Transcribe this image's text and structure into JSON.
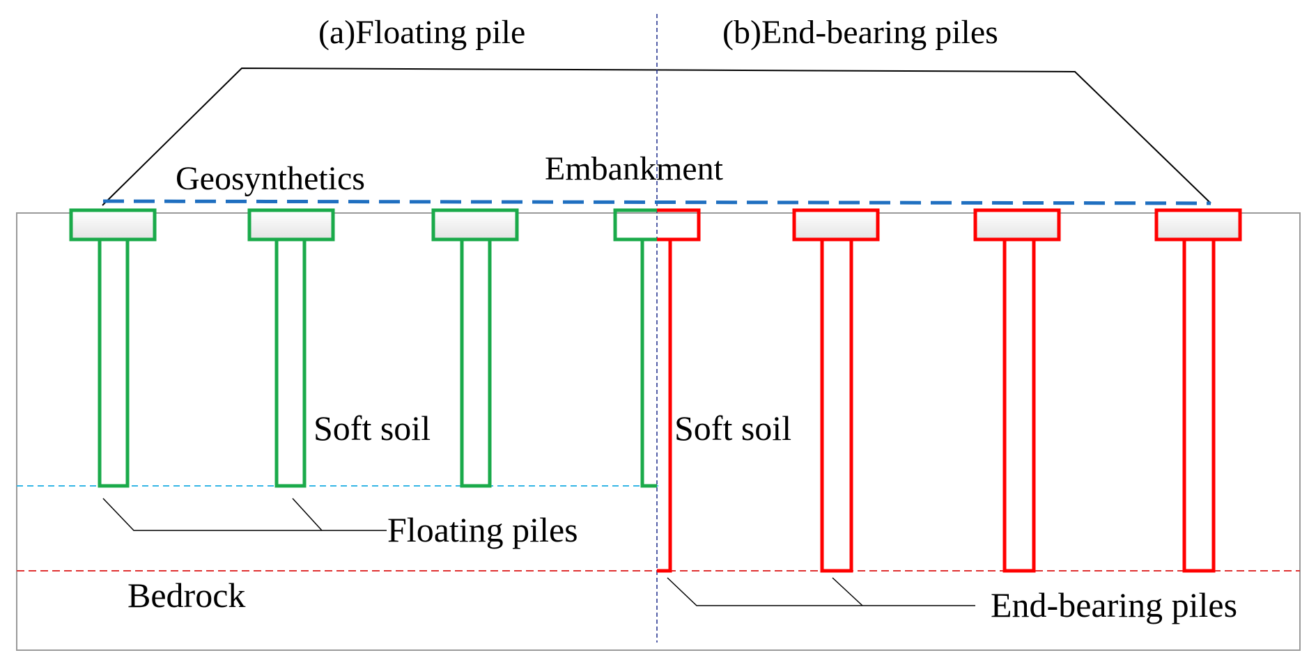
{
  "labels": {
    "title_left": "(a)Floating pile",
    "title_right": "(b)End-bearing piles",
    "embankment": "Embankment",
    "geosynthetics": "Geosynthetics",
    "soft_soil_left": "Soft soil",
    "soft_soil_right": "Soft soil",
    "floating_piles": "Floating piles",
    "bedrock": "Bedrock",
    "end_bearing_piles": "End-bearing piles"
  },
  "colors": {
    "floating_pile": "#1aaa4a",
    "end_bearing_pile": "#ff0000",
    "geosynthetics": "#1f6fc0",
    "floating_pile_tip_line": "#33b5e5",
    "bedrock_line": "#e03030",
    "divider": "#1a2a8a",
    "outline": "#000000",
    "ground_box": "#999999"
  }
}
